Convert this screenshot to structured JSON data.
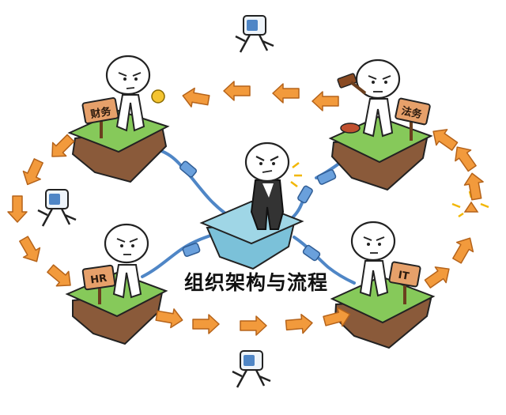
{
  "title": "组织架构与流程",
  "departments": [
    {
      "key": "finance",
      "label": "财务"
    },
    {
      "key": "legal",
      "label": "法务"
    },
    {
      "key": "hr",
      "label": "HR"
    },
    {
      "key": "it",
      "label": "IT"
    }
  ],
  "colors": {
    "arrow": "#f29a3c",
    "arrow_outline": "#b5631a",
    "grass": "#86c95a",
    "soil": "#8a5a3a",
    "hub": "#9fd6e6",
    "cable": "#4f86c6",
    "sign": "#e6a06a"
  },
  "icons": [
    "coin-icon",
    "gavel-icon",
    "computer-robot-icon",
    "broken-connection-icon"
  ]
}
